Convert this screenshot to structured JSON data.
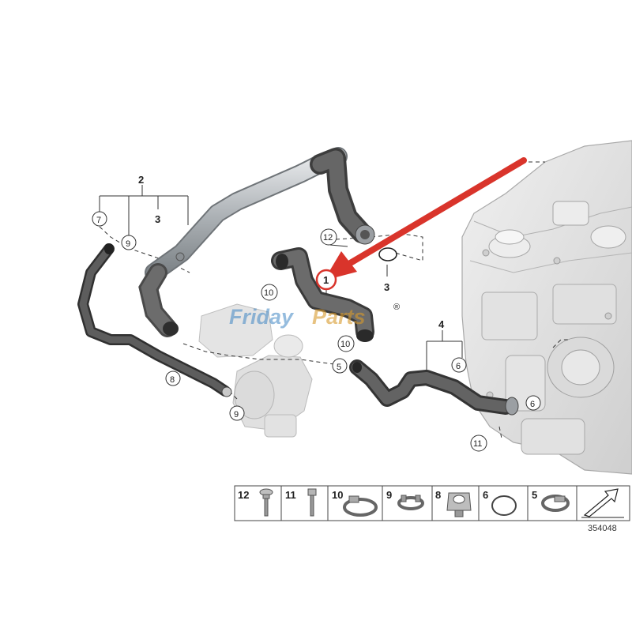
{
  "diagram": {
    "callouts": {
      "c1": "1",
      "c2": "2",
      "c3a": "3",
      "c3b": "3",
      "c4": "4",
      "c5": "5",
      "c6a": "6",
      "c6b": "6",
      "c7": "7",
      "c8": "8",
      "c9a": "9",
      "c9b": "9",
      "c10a": "10",
      "c10b": "10",
      "c11": "11",
      "c12": "12"
    },
    "watermark": {
      "part1": "Friday",
      "part2": "Parts",
      "mark": "®"
    },
    "colors": {
      "arrow": "#d9342b",
      "highlight_circle": "#d9342b",
      "hose": "#5a5a5a",
      "metal_pipe": "#b8bcbf",
      "engine": "#e4e4e4"
    }
  },
  "legend": {
    "items": [
      {
        "num": "12",
        "icon": "bolt-with-washer-icon"
      },
      {
        "num": "11",
        "icon": "bolt-icon"
      },
      {
        "num": "10",
        "icon": "hose-clamp-wide-icon"
      },
      {
        "num": "9",
        "icon": "spring-clamp-icon"
      },
      {
        "num": "8",
        "icon": "bracket-clip-icon"
      },
      {
        "num": "6",
        "icon": "o-ring-icon"
      },
      {
        "num": "5",
        "icon": "worm-clamp-icon"
      }
    ],
    "doc_number": "354048"
  }
}
